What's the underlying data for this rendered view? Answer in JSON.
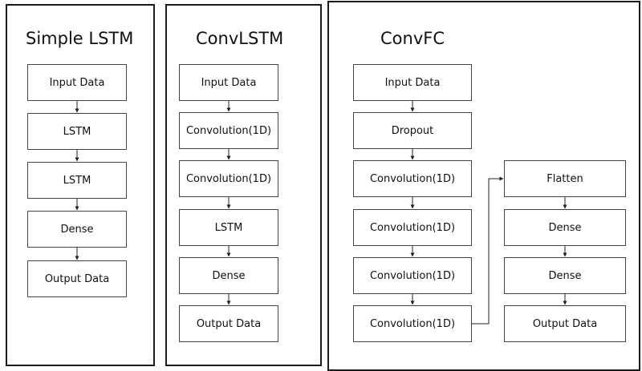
{
  "panels": {
    "simple_lstm": {
      "title": "Simple LSTM",
      "boxes": [
        "Input Data",
        "LSTM",
        "LSTM",
        "Dense",
        "Output Data"
      ]
    },
    "conv_lstm": {
      "title": "ConvLSTM",
      "boxes": [
        "Input Data",
        "Convolution(1D)",
        "Convolution(1D)",
        "LSTM",
        "Dense",
        "Output Data"
      ]
    },
    "conv_fc": {
      "title": "ConvFC",
      "left_boxes": [
        "Input Data",
        "Dropout",
        "Convolution(1D)",
        "Convolution(1D)",
        "Convolution(1D)",
        "Convolution(1D)"
      ],
      "right_boxes": [
        "Flatten",
        "Dense",
        "Dense",
        "Output Data"
      ]
    }
  },
  "colors": {
    "panel_border": "#1a1a1a",
    "box_border": "#444444",
    "arrow": "#222222"
  }
}
